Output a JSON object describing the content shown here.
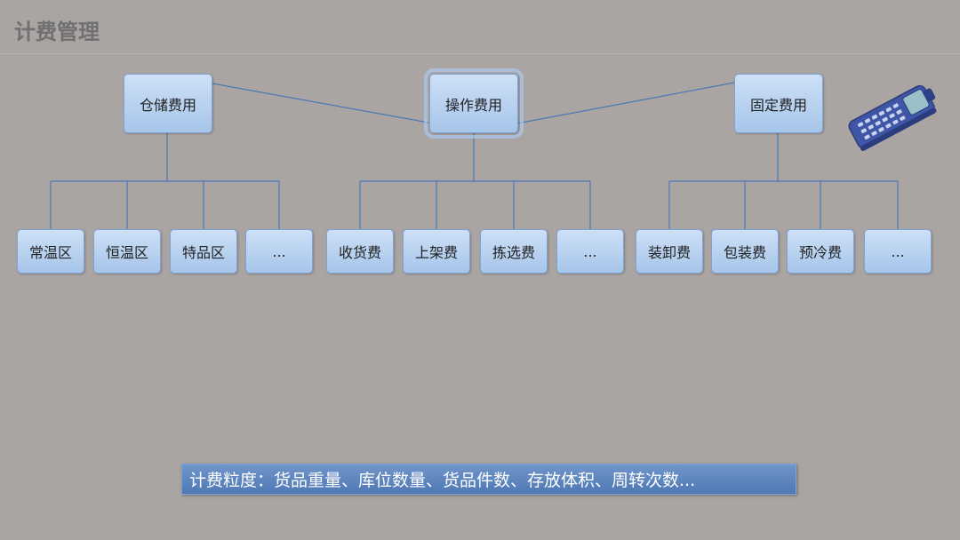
{
  "header": {
    "title": "计费管理"
  },
  "categories": [
    {
      "label": "仓储费用",
      "items": [
        "常温区",
        "恒温区",
        "特品区",
        "..."
      ]
    },
    {
      "label": "操作费用",
      "items": [
        "收货费",
        "上架费",
        "拣选费",
        "..."
      ]
    },
    {
      "label": "固定费用",
      "items": [
        "装卸费",
        "包装费",
        "预冷费",
        "..."
      ]
    }
  ],
  "footer": {
    "granularity_text": "计费粒度：货品重量、库位数量、货品件数、存放体积、周转次数..."
  },
  "icons": {
    "device": "handheld-scanner-icon"
  },
  "colors": {
    "background": "#aaa4a3",
    "box_fill": "#b7d1f0",
    "connector": "#4a78b4",
    "banner": "#5f86c0"
  }
}
